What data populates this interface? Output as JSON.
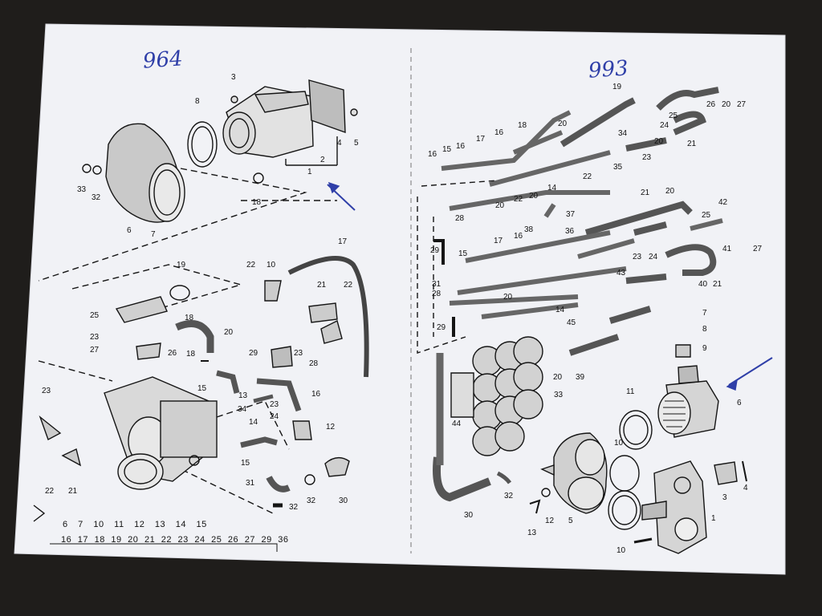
{
  "handwritten": {
    "left": "964",
    "right": "993"
  },
  "left_labels": [
    "3",
    "8",
    "4",
    "5",
    "2",
    "1",
    "33",
    "32",
    "6",
    "7",
    "18",
    "19",
    "25",
    "18",
    "20",
    "23",
    "27",
    "26",
    "18",
    "17",
    "22",
    "10",
    "21",
    "22",
    "29",
    "23",
    "28",
    "16",
    "15",
    "13",
    "34",
    "23",
    "14",
    "24",
    "12",
    "23",
    "22",
    "21",
    "15",
    "31",
    "32",
    "32",
    "30"
  ],
  "right_labels": [
    "19",
    "26",
    "20",
    "27",
    "18",
    "20",
    "25",
    "24",
    "16",
    "17",
    "16",
    "20",
    "34",
    "21",
    "16",
    "15",
    "14",
    "22",
    "35",
    "23",
    "20",
    "22",
    "20",
    "37",
    "21",
    "20",
    "42",
    "38",
    "16",
    "17",
    "36",
    "25",
    "28",
    "29",
    "15",
    "31",
    "23",
    "24",
    "41",
    "27",
    "28",
    "20",
    "43",
    "40",
    "21",
    "29",
    "14",
    "45",
    "7",
    "8",
    "9",
    "20",
    "39",
    "33",
    "44",
    "11",
    "6",
    "10",
    "32",
    "30",
    "13",
    "12",
    "5",
    "1",
    "3",
    "4",
    "10"
  ],
  "legend": {
    "row1": "6 7 10 11 12 13 14 15",
    "row2": "16 17 18 19 20 21 22 23 24 25 26 27 29 36"
  },
  "colors": {
    "paper": "#f2f3f7",
    "ink": "#141414",
    "pen": "#2f3fa8",
    "table": "#1f1d1b"
  }
}
